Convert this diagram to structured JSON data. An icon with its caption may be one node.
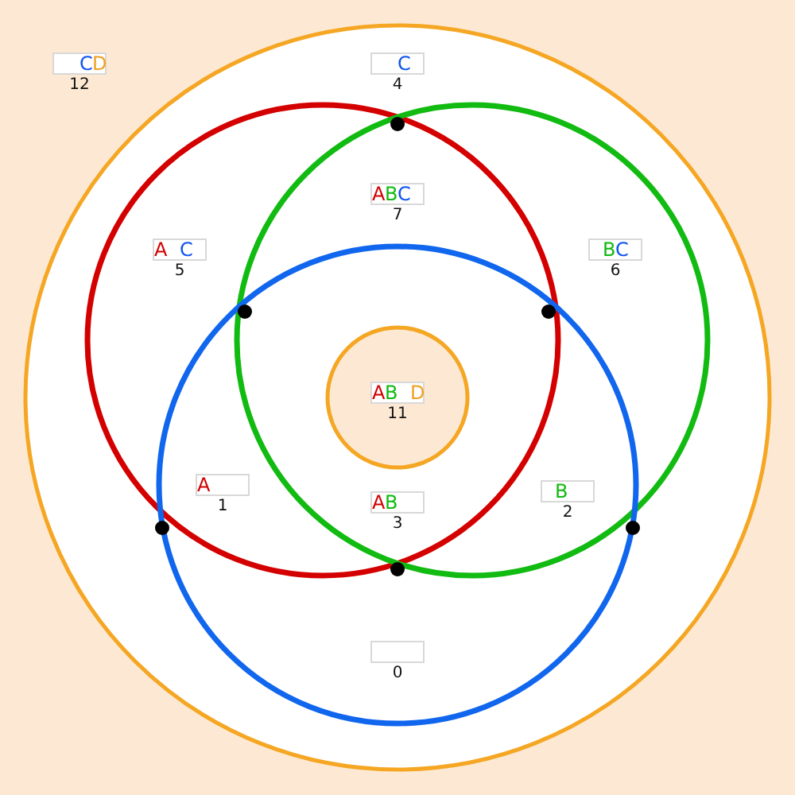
{
  "diagram": {
    "nodes": [
      {
        "text": [],
        "shape": "circle"
      },
      {
        "text": [],
        "shape": "circle",
        "in": 0
      },
      {
        "text": [],
        "shape": "circle",
        "in": 0
      },
      {
        "text": [],
        "shape": "circle",
        "in": 0
      },
      {
        "text": [
          "AB D",
          "11"
        ]
      }
    ],
    "labels": [
      "CD",
      "12",
      "C",
      "4",
      "ABC",
      "7",
      "A C",
      "5",
      "BC",
      "6",
      "A",
      "1",
      "AB",
      "3",
      "B",
      "2",
      "0"
    ]
  }
}
